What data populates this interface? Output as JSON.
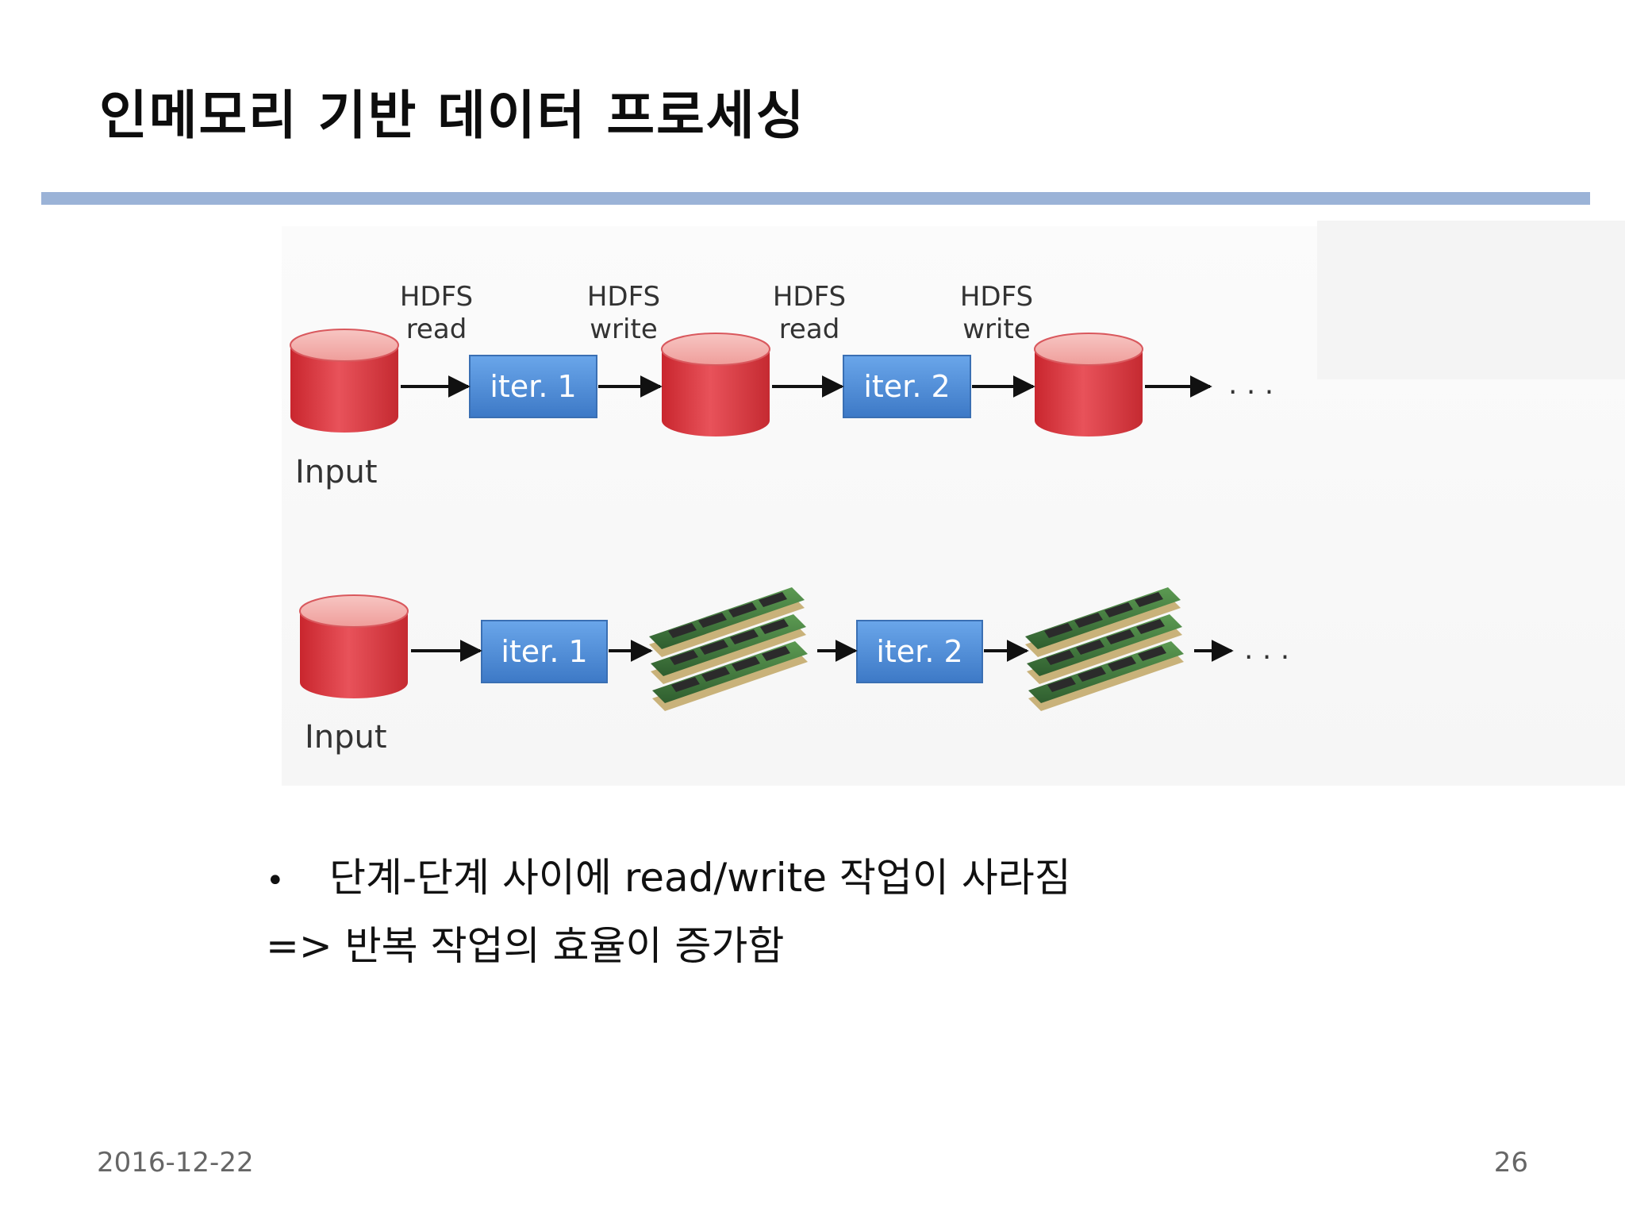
{
  "slide": {
    "title": "인메모리 기반 데이터 프로세싱",
    "date": "2016-12-22",
    "page_number": "26"
  },
  "diagram_top": {
    "labels": {
      "hdfs1": "HDFS",
      "op1": "read",
      "hdfs2": "HDFS",
      "op2": "write",
      "hdfs3": "HDFS",
      "op3": "read",
      "hdfs4": "HDFS",
      "op4": "write"
    },
    "iter1": "iter. 1",
    "iter2": "iter. 2",
    "input": "Input",
    "ellipsis": ". . ."
  },
  "diagram_bottom": {
    "iter1": "iter. 1",
    "iter2": "iter. 2",
    "input": "Input",
    "ellipsis": ". . ."
  },
  "body": {
    "bullet": "•",
    "line1": "단계-단계 사이에 read/write 작업이 사라짐",
    "line2": "=> 반복 작업의 효율이 증가함"
  },
  "colors": {
    "rule": "#9bb3d7",
    "cylinder": "#e0444b",
    "iter_box": "#4a8ad6",
    "ram_pcb": "#3f7a3c"
  }
}
